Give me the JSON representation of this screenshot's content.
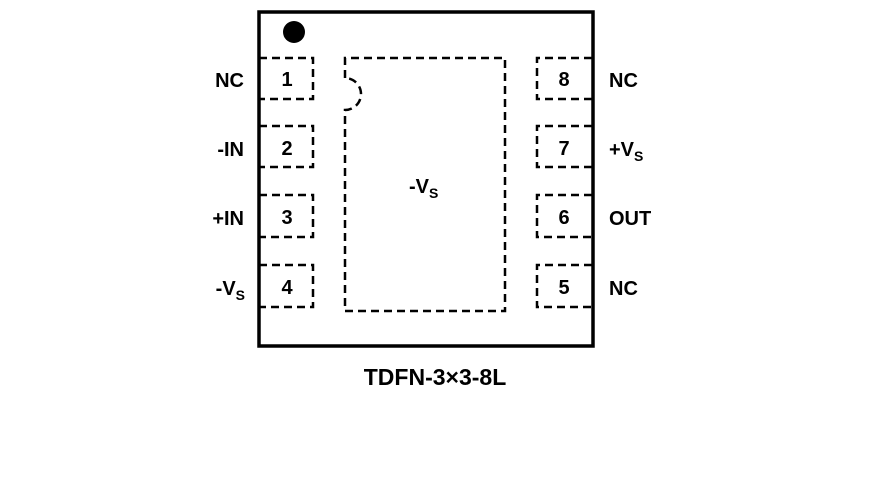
{
  "package": {
    "name": "TDFN-3×3-8L",
    "pin1_marker": "pin-1-dot",
    "exposed_pad": {
      "label_main": "-V",
      "label_sub": "S"
    }
  },
  "pins": [
    {
      "number": "1",
      "side": "left",
      "label_main": "NC",
      "label_sub": ""
    },
    {
      "number": "2",
      "side": "left",
      "label_main": "-IN",
      "label_sub": ""
    },
    {
      "number": "3",
      "side": "left",
      "label_main": "+IN",
      "label_sub": ""
    },
    {
      "number": "4",
      "side": "left",
      "label_main": "-V",
      "label_sub": "S"
    },
    {
      "number": "5",
      "side": "right",
      "label_main": "NC",
      "label_sub": ""
    },
    {
      "number": "6",
      "side": "right",
      "label_main": "OUT",
      "label_sub": ""
    },
    {
      "number": "7",
      "side": "right",
      "label_main": "+V",
      "label_sub": "S"
    },
    {
      "number": "8",
      "side": "right",
      "label_main": "NC",
      "label_sub": ""
    }
  ]
}
